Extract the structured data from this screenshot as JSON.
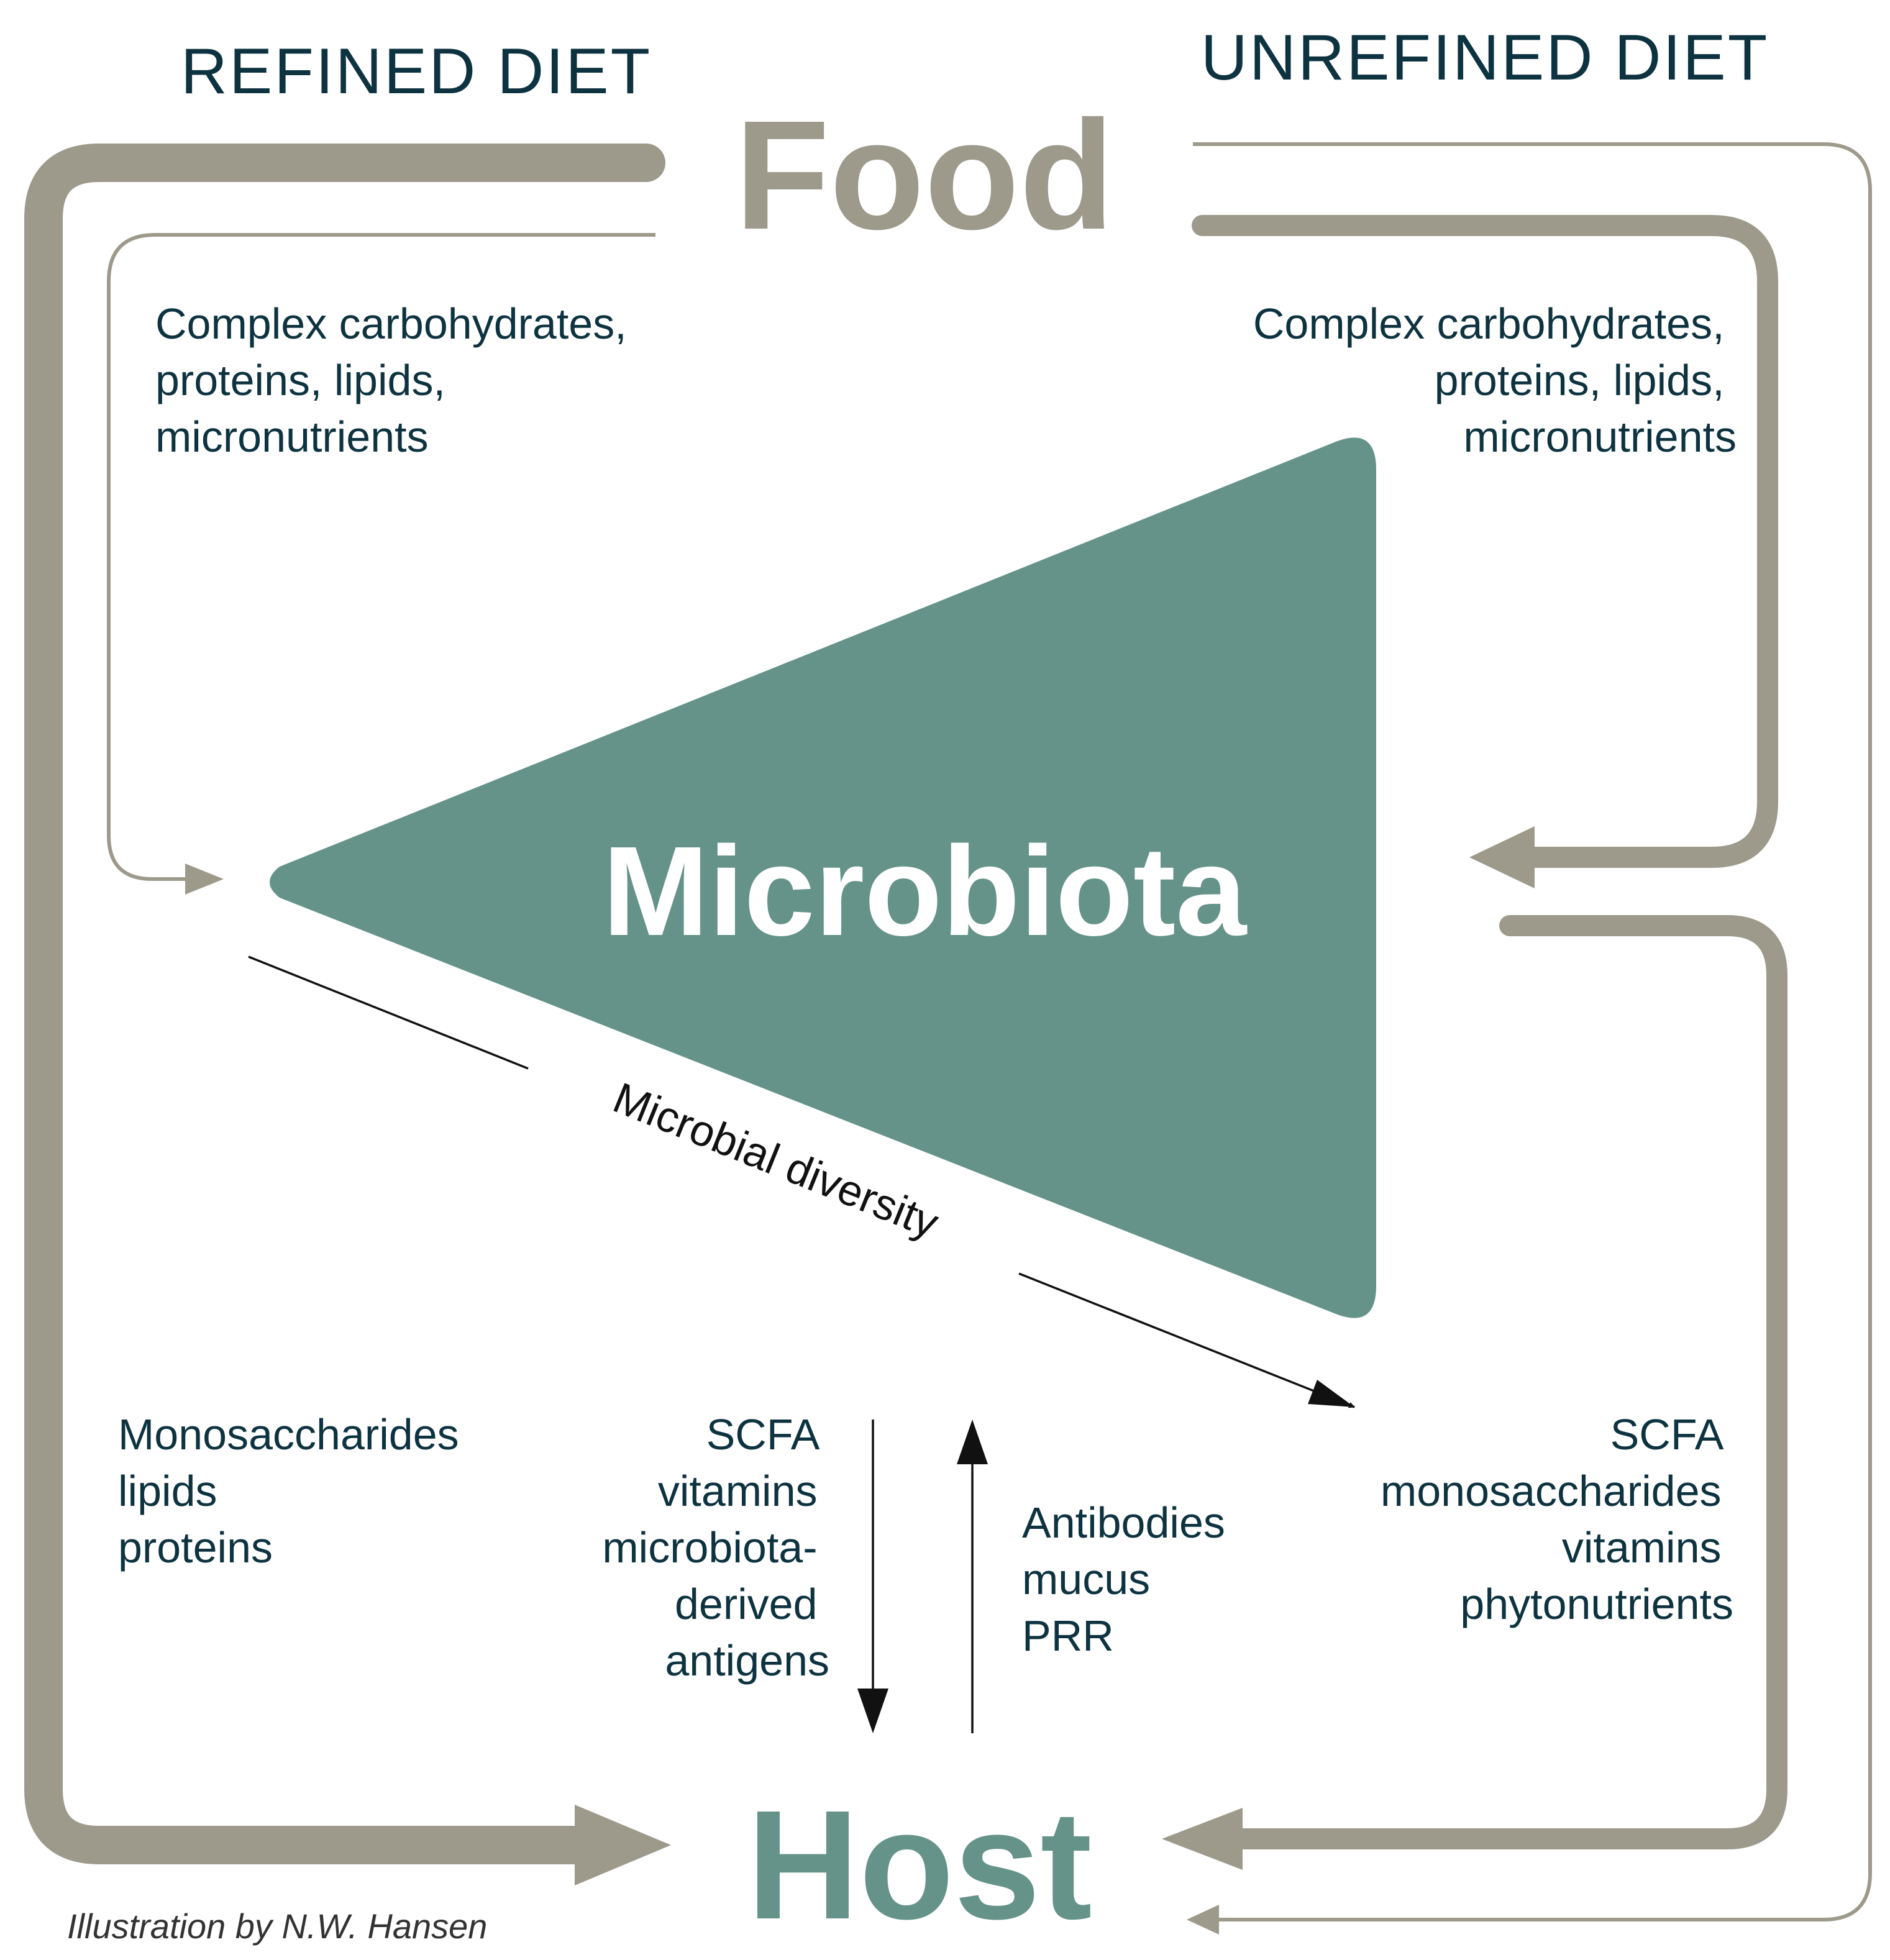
{
  "colors": {
    "flow": "#9d9a8b",
    "teal": "#659389",
    "navy": "#0e3340",
    "black": "#111111",
    "white": "#ffffff"
  },
  "headings": {
    "refined": "REFINED DIET",
    "unrefined": "UNREFINED DIET"
  },
  "nodes": {
    "food": "Food",
    "microbiota": "Microbiota",
    "host": "Host"
  },
  "refined": {
    "food_inputs": [
      "Complex carbohydrates,",
      "proteins, lipids,",
      "micronutrients"
    ],
    "host_inputs": [
      "Monosaccharides",
      "lipids",
      "proteins"
    ]
  },
  "unrefined": {
    "food_inputs": [
      "Complex carbohydrates,",
      "proteins, lipids,",
      "micronutrients"
    ],
    "host_inputs": [
      "SCFA",
      "monosaccharides",
      "vitamins",
      "phytonutrients"
    ]
  },
  "microbiota_to_host": [
    "SCFA",
    "vitamins",
    "microbiota-",
    "derived",
    "antigens"
  ],
  "host_to_microbiota": [
    "Antibodies",
    "mucus",
    "PRR"
  ],
  "diversity_label": "Microbial diversity",
  "credit": "Illustration by N.W. Hansen"
}
